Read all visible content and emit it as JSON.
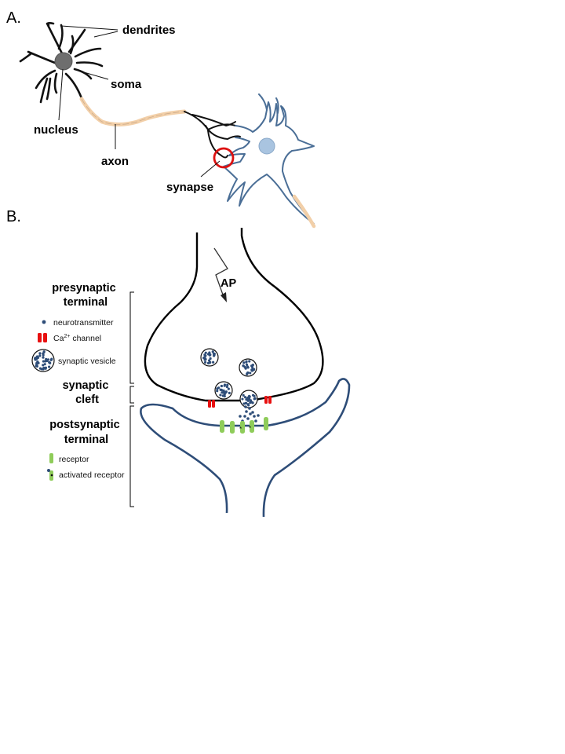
{
  "panel_a": {
    "panel_label": "A.",
    "labels": {
      "dendrites": "dendrites",
      "soma": "soma",
      "nucleus": "nucleus",
      "axon": "axon",
      "synapse": "synapse"
    }
  },
  "panel_b": {
    "panel_label": "B.",
    "ap_label": "AP",
    "sections": {
      "presynaptic": [
        "presynaptic",
        "terminal"
      ],
      "cleft": [
        "synaptic",
        "cleft"
      ],
      "postsynaptic": [
        "postsynaptic",
        "terminal"
      ]
    },
    "legend": {
      "neurotransmitter": "neurotransmitter",
      "ca_channel_prefix": "Ca",
      "ca_channel_sup": "2+",
      "ca_channel_suffix": " channel",
      "synaptic_vesicle": "synaptic vesicle",
      "receptor": "receptor",
      "activated_receptor": "activated receptor"
    }
  },
  "colors": {
    "presynaptic_outline": "#000000",
    "postsynaptic_outline": "#2e4d78",
    "neurotransmitter": "#2e4d78",
    "ca_channel": "#e81010",
    "receptor": "#8fcc5a",
    "axon_myelin": "#f2cfa8",
    "postsyn_neuron": "#4a6e96",
    "postsyn_nucleus": "#a9c4e0",
    "soma_nucleus": "#6e6e6e",
    "synapse_circle": "#dd1111"
  }
}
